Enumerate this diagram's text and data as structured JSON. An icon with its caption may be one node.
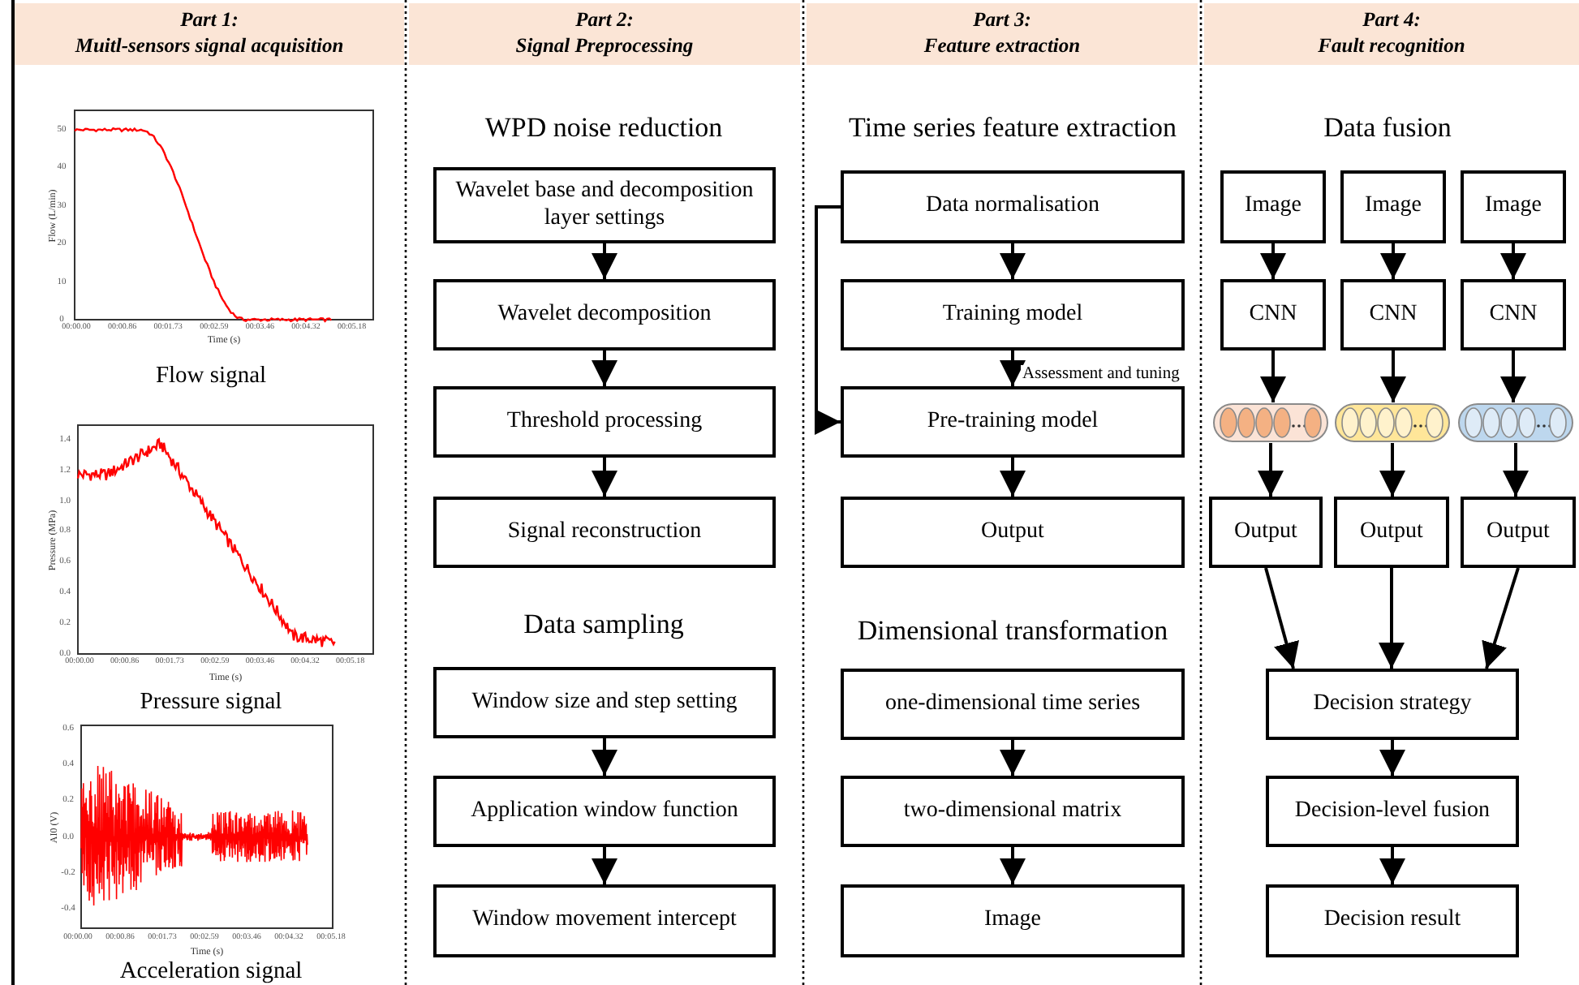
{
  "diagram": {
    "nodes": [
      {
        "text": [
          "Part 1:",
          "Muitl-sensors signal acquisition"
        ]
      },
      {
        "text": [
          "Part 2:",
          "Signal Preprocessing"
        ]
      },
      {
        "text": [
          "Part 3:",
          "Feature extraction"
        ]
      },
      {
        "text": [
          "Part 4:",
          "Fault recognition"
        ]
      },
      {
        "text": [
          "Wavelet base and decomposition layer settings"
        ]
      },
      {
        "text": [
          "Wavelet decomposition"
        ]
      },
      {
        "text": [
          "Threshold processing"
        ]
      },
      {
        "text": [
          "Signal reconstruction"
        ]
      },
      {
        "text": [
          "Window size and step setting"
        ]
      },
      {
        "text": [
          "Application window function"
        ]
      },
      {
        "text": [
          "Window movement intercept"
        ]
      },
      {
        "text": [
          "Data normalisation"
        ]
      },
      {
        "text": [
          "Training model"
        ]
      },
      {
        "text": [
          "Pre-training model"
        ]
      },
      {
        "text": [
          "Output"
        ]
      },
      {
        "text": [
          "one-dimensional time series"
        ]
      },
      {
        "text": [
          "two-dimensional matrix"
        ]
      },
      {
        "text": [
          "Image"
        ]
      },
      {
        "text": [
          "Image"
        ]
      },
      {
        "text": [
          "Image"
        ]
      },
      {
        "text": [
          "Image"
        ]
      },
      {
        "text": [
          "CNN"
        ]
      },
      {
        "text": [
          "CNN"
        ]
      },
      {
        "text": [
          "CNN"
        ]
      },
      {
        "text": [],
        "shape": "capsule"
      },
      {
        "text": [],
        "shape": "capsule"
      },
      {
        "text": [],
        "shape": "capsule"
      },
      {
        "text": [
          "Output"
        ]
      },
      {
        "text": [
          "Output"
        ]
      },
      {
        "text": [
          "Output"
        ]
      },
      {
        "text": [
          "Decision strategy"
        ]
      },
      {
        "text": [
          "Decision-level fusion"
        ]
      },
      {
        "text": [
          "Decision result"
        ]
      }
    ],
    "edges": [
      {
        "from": 4,
        "to": 5,
        "arrow": "to"
      },
      {
        "from": 5,
        "to": 6,
        "arrow": "to"
      },
      {
        "from": 6,
        "to": 7,
        "arrow": "to"
      },
      {
        "from": 8,
        "to": 9,
        "arrow": "to"
      },
      {
        "from": 9,
        "to": 10,
        "arrow": "to"
      },
      {
        "from": 11,
        "to": 12,
        "arrow": "to"
      },
      {
        "from": 12,
        "to": 13,
        "arrow": "to",
        "label": "Assessment and tuning"
      },
      {
        "from": 13,
        "to": 14,
        "arrow": "to"
      },
      {
        "from": 11,
        "to": 13,
        "arrow": "to"
      },
      {
        "from": 15,
        "to": 16,
        "arrow": "to"
      },
      {
        "from": 16,
        "to": 17,
        "arrow": "to"
      },
      {
        "from": 18,
        "to": 21,
        "arrow": "to"
      },
      {
        "from": 19,
        "to": 22,
        "arrow": "to"
      },
      {
        "from": 20,
        "to": 23,
        "arrow": "to"
      },
      {
        "from": 21,
        "to": 24,
        "arrow": "to"
      },
      {
        "from": 22,
        "to": 25,
        "arrow": "to"
      },
      {
        "from": 23,
        "to": 26,
        "arrow": "to"
      },
      {
        "from": 24,
        "to": 27,
        "arrow": "to"
      },
      {
        "from": 25,
        "to": 28,
        "arrow": "to"
      },
      {
        "from": 26,
        "to": 29,
        "arrow": "to"
      },
      {
        "from": 27,
        "to": 30,
        "arrow": "to"
      },
      {
        "from": 28,
        "to": 30,
        "arrow": "to"
      },
      {
        "from": 29,
        "to": 30,
        "arrow": "to"
      },
      {
        "from": 30,
        "to": 31,
        "arrow": "to"
      },
      {
        "from": 31,
        "to": 32,
        "arrow": "to"
      }
    ],
    "labels": [
      "0",
      "10",
      "20",
      "30",
      "40",
      "50",
      "Flow (L/min)",
      "00:00.00",
      "00:00.86",
      "00:01.73",
      "00:02.59",
      "00:03.46",
      "00:04.32",
      "00:05.18",
      "Time (s)",
      "Flow signal",
      "0.0",
      "0.2",
      "0.4",
      "0.6",
      "0.8",
      "1.0",
      "1.2",
      "1.4",
      "Pressure (MPa)",
      "00:00.00",
      "00:00.86",
      "00:01.73",
      "00:02.59",
      "00:03.46",
      "00:04.32",
      "00:05.18",
      "Time (s)",
      "Pressure signal",
      "-0.4",
      "-0.2",
      "0.0",
      "0.2",
      "0.4",
      "0.6",
      "AI0 (V)",
      "00:00.00",
      "00:00.86",
      "00:01.73",
      "00:02.59",
      "00:03.46",
      "00:04.32",
      "00:05.18",
      "Time (s)",
      "Acceleration signal",
      "WPD noise reduction",
      "Data sampling",
      "Time series feature extraction",
      "Dimensional transformation",
      "Data fusion"
    ]
  }
}
